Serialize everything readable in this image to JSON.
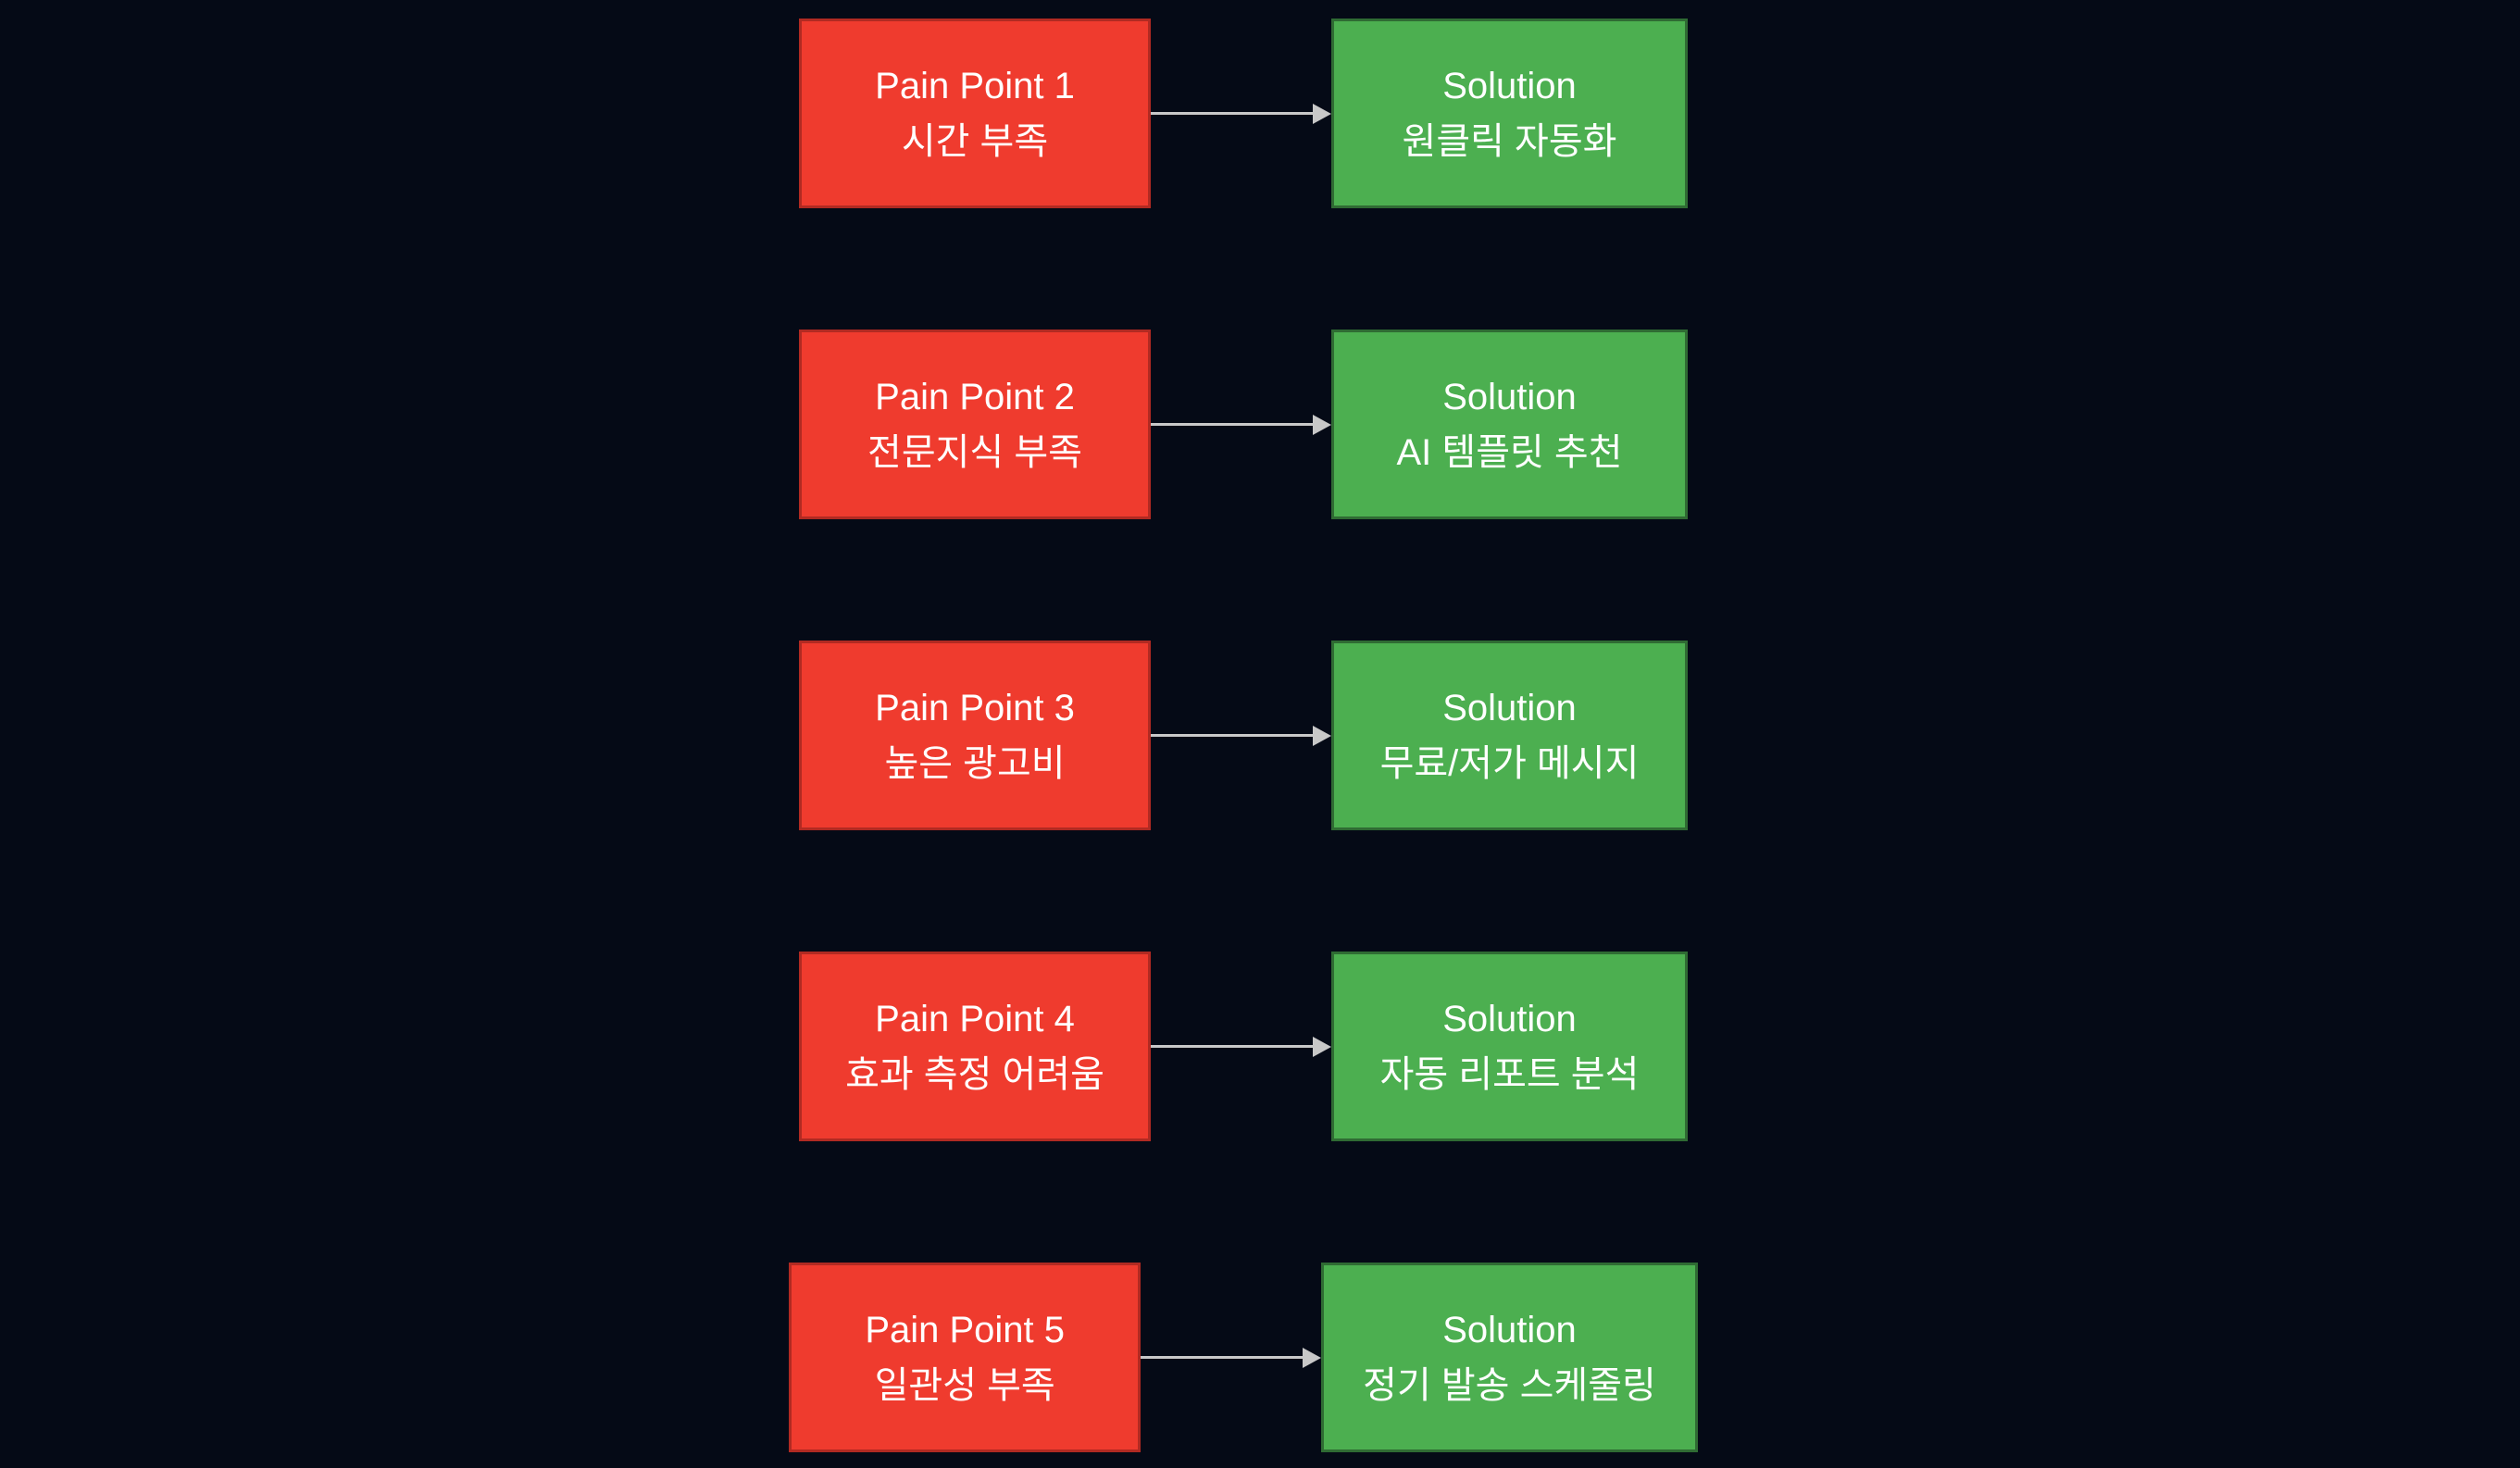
{
  "colors": {
    "background": "#050a16",
    "pain_fill": "#ef3b2e",
    "pain_border": "#b12a22",
    "solution_fill": "#4caf50",
    "solution_border": "#2f6b33",
    "arrow": "#c8c8c8",
    "text": "#ffffff"
  },
  "rows": [
    {
      "pain": {
        "title": "Pain Point 1",
        "subtitle": "시간 부족"
      },
      "solution": {
        "title": "Solution",
        "subtitle": "원클릭 자동화"
      }
    },
    {
      "pain": {
        "title": "Pain Point 2",
        "subtitle": "전문지식 부족"
      },
      "solution": {
        "title": "Solution",
        "subtitle": "AI 템플릿 추천"
      }
    },
    {
      "pain": {
        "title": "Pain Point 3",
        "subtitle": "높은 광고비"
      },
      "solution": {
        "title": "Solution",
        "subtitle": "무료/저가 메시지"
      }
    },
    {
      "pain": {
        "title": "Pain Point 4",
        "subtitle": "효과 측정 어려움"
      },
      "solution": {
        "title": "Solution",
        "subtitle": "자동 리포트 분석"
      }
    },
    {
      "pain": {
        "title": "Pain Point 5",
        "subtitle": "일관성 부족"
      },
      "solution": {
        "title": "Solution",
        "subtitle": "정기 발송 스케줄링"
      }
    }
  ]
}
